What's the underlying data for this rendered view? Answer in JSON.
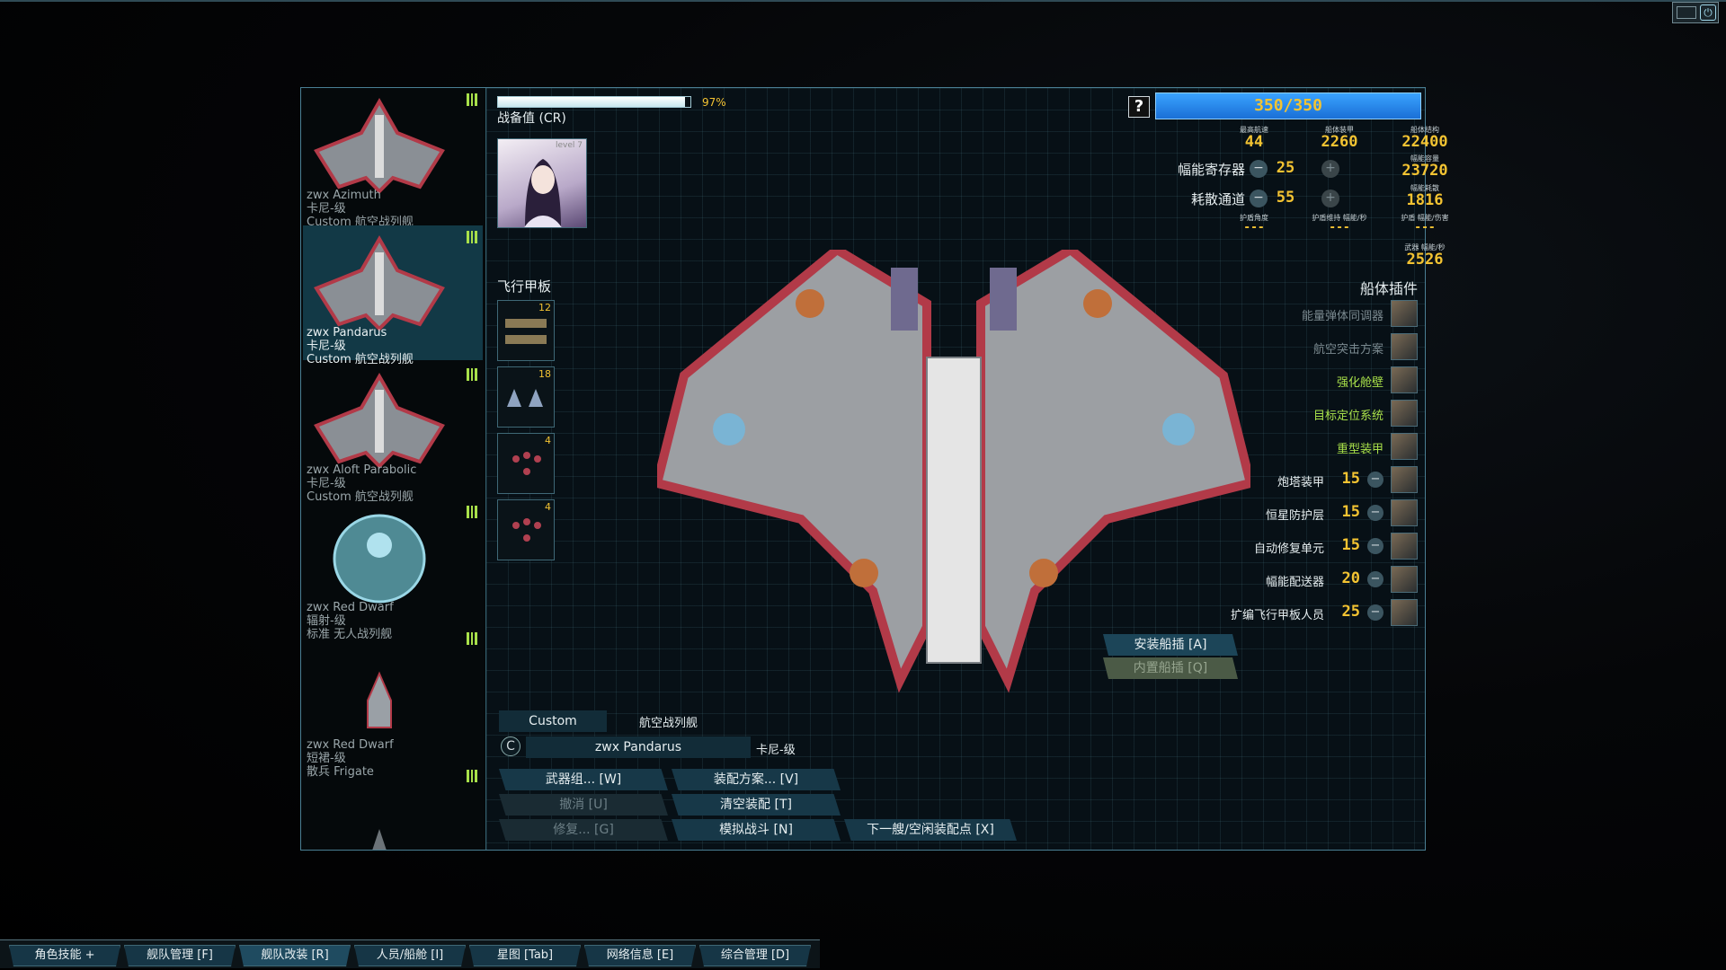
{
  "fleet": [
    {
      "name": "zwx Azimuth",
      "class": "卡尼-级",
      "type": "Custom 航空战列舰",
      "selected": false
    },
    {
      "name": "zwx Pandarus",
      "class": "卡尼-级",
      "type": "Custom 航空战列舰",
      "selected": true
    },
    {
      "name": "zwx Aloft Parabolic",
      "class": "卡尼-级",
      "type": "Custom 航空战列舰",
      "selected": false
    },
    {
      "name": "zwx Red Dwarf",
      "class": "辐射-级",
      "type": "标准 无人战列舰",
      "selected": false
    },
    {
      "name": "zwx Red Dwarf",
      "class": "短裙-级",
      "type": "散兵 Frigate",
      "selected": false
    }
  ],
  "cr": {
    "label": "战备值 (CR)",
    "percent_text": "97%",
    "level": 0.97
  },
  "portrait": {
    "level_text": "level 7"
  },
  "flight_deck": {
    "title": "飞行甲板",
    "slots": [
      {
        "count": "12"
      },
      {
        "count": "18"
      },
      {
        "count": "4"
      },
      {
        "count": "4"
      }
    ]
  },
  "stats": {
    "help": "?",
    "ordnance_points": "350/350",
    "max_speed_label": "最高航速",
    "max_speed": "44",
    "armor_label": "船体装甲",
    "armor": "2260",
    "hull_label": "船体结构",
    "hull": "22400",
    "capacitors_label": "幅能寄存器",
    "capacitors": "25",
    "flux_capacity_label": "幅能容量",
    "flux_capacity": "23720",
    "vents_label": "耗散通道",
    "vents": "55",
    "flux_dissipation_label": "幅能耗散",
    "flux_dissipation": "1816",
    "shield_arc_label": "护盾角度",
    "shield_arc": "---",
    "shield_upkeep_label": "护盾维持 幅能/秒",
    "shield_upkeep": "---",
    "shield_eff_label": "护盾 幅能/伤害",
    "shield_eff": "---",
    "weapon_flux_label": "武器 幅能/秒",
    "weapon_flux": "2526",
    "minus": "−",
    "plus": "+"
  },
  "hullmods": {
    "title": "船体插件",
    "items": [
      {
        "name": "能量弹体同调器",
        "value": "",
        "color": "#7b8a90"
      },
      {
        "name": "航空突击方案",
        "value": "",
        "color": "#7b8a90"
      },
      {
        "name": "强化舱壁",
        "value": "",
        "color": "#a8e04a"
      },
      {
        "name": "目标定位系统",
        "value": "",
        "color": "#a8e04a"
      },
      {
        "name": "重型装甲",
        "value": "",
        "color": "#a8e04a"
      },
      {
        "name": "炮塔装甲",
        "value": "15",
        "color": "#e6eef0"
      },
      {
        "name": "恒星防护层",
        "value": "15",
        "color": "#e6eef0"
      },
      {
        "name": "自动修复单元",
        "value": "15",
        "color": "#e6eef0"
      },
      {
        "name": "幅能配送器",
        "value": "20",
        "color": "#e6eef0"
      },
      {
        "name": "扩编飞行甲板人员",
        "value": "25",
        "color": "#e6eef0"
      }
    ],
    "install_btn": "安装船插 [A]",
    "builtin_btn": "内置船插 [Q]"
  },
  "variant": {
    "custom_label": "Custom",
    "design_type": "航空战列舰",
    "ship_name": "zwx Pandarus",
    "ship_class": "卡尼-级",
    "refresh": "C"
  },
  "actions": {
    "weapon_groups": "武器组... [W]",
    "loadouts": "装配方案... [V]",
    "undo": "撤消 [U]",
    "strip": "清空装配 [T]",
    "repair": "修复... [G]",
    "simulate": "模拟战斗 [N]",
    "next_ship": "下一艘/空闲装配点 [X]"
  },
  "bottom_nav": [
    {
      "label": "角色技能 +"
    },
    {
      "label": "舰队管理 [F]"
    },
    {
      "label": "舰队改装 [R]"
    },
    {
      "label": "人员/船舱 [I]"
    },
    {
      "label": "星图 [Tab]"
    },
    {
      "label": "网络信息 [E]"
    },
    {
      "label": "综合管理 [D]"
    }
  ],
  "colors": {
    "accent": "#f3c332",
    "panel_border": "#4a7f94",
    "highlight": "#123946",
    "ok": "#a8e04a"
  }
}
